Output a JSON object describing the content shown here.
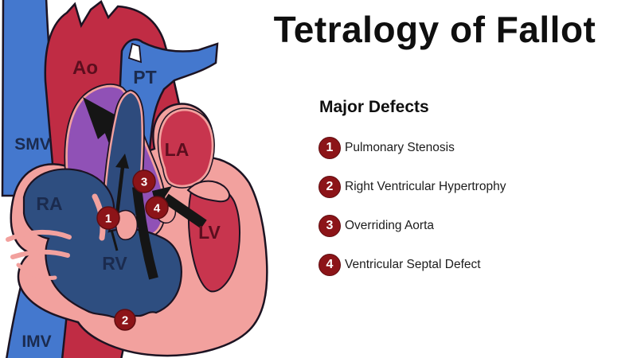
{
  "title": "Tetralogy of Fallot",
  "defects_panel": {
    "heading": "Major Defects",
    "items": [
      {
        "number": "1",
        "label": "Pulmonary Stenosis"
      },
      {
        "number": "2",
        "label": "Right Ventricular Hypertrophy"
      },
      {
        "number": "3",
        "label": "Overriding Aorta"
      },
      {
        "number": "4",
        "label": "Ventricular Septal Defect"
      }
    ]
  },
  "diagram": {
    "anatomy_labels": {
      "ao": "Ao",
      "pt": "PT",
      "smv": "SMV",
      "la": "LA",
      "ra": "RA",
      "lv": "LV",
      "rv": "RV",
      "imv": "IMV"
    },
    "markers": {
      "m1": "1",
      "m2": "2",
      "m3": "3",
      "m4": "4"
    }
  },
  "colors": {
    "background": "#ffffff",
    "vessel_blue": "#4478ce",
    "chamber_dark_blue": "#2e4e80",
    "channel_blue": "#2e4b7d",
    "vessel_red": "#c02c44",
    "chamber_red": "#c8354e",
    "purple": "#9051b6",
    "pink": "#f2a19e",
    "outline": "#1c1322",
    "marker_red": "#8c1418",
    "arrow_black": "#151515",
    "label_navy": "#1b2b4e",
    "label_maroon": "#5c0e1e",
    "title_black": "#0f0f0f",
    "text_dark": "#1c1c1c"
  }
}
